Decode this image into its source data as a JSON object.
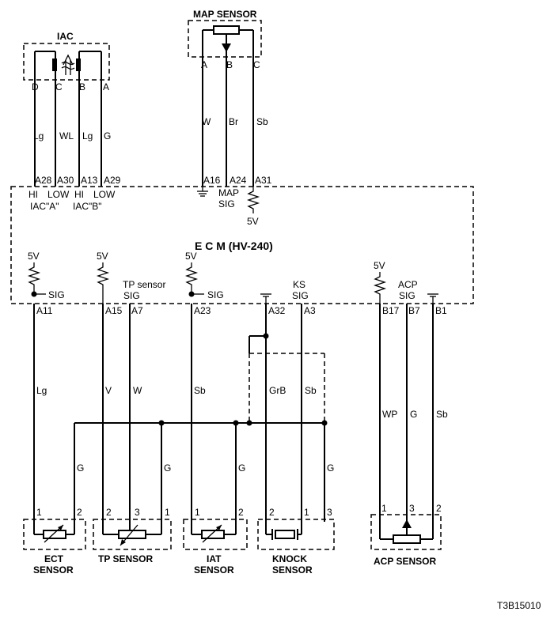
{
  "components": {
    "iac": {
      "title": "IAC",
      "pins": [
        "D",
        "C",
        "B",
        "A"
      ]
    },
    "map": {
      "title": "MAP SENSOR",
      "pins": [
        "A",
        "B",
        "C"
      ]
    },
    "ecm": {
      "title": "E   C   M (HV-240)"
    },
    "ect": {
      "title_line1": "ECT",
      "title_line2": "SENSOR",
      "pins": [
        "1",
        "2"
      ]
    },
    "tp": {
      "title": "TP SENSOR",
      "pins": [
        "2",
        "3",
        "1"
      ]
    },
    "iat": {
      "title_line1": "IAT",
      "title_line2": "SENSOR",
      "pins": [
        "1",
        "2"
      ]
    },
    "knock": {
      "title_line1": "KNOCK",
      "title_line2": "SENSOR",
      "pins": [
        "2",
        "1",
        "3"
      ]
    },
    "acp": {
      "title": "ACP SENSOR",
      "pins": [
        "1",
        "3",
        "2"
      ]
    }
  },
  "wire_colors": {
    "iac": [
      "Lg",
      "WL",
      "Lg",
      "G"
    ],
    "map": [
      "W",
      "Br",
      "Sb"
    ],
    "bottom": [
      "Lg",
      "V",
      "W",
      "Sb",
      "GrB",
      "Sb",
      "WP",
      "G",
      "Sb"
    ],
    "ground_legs": [
      "G",
      "G",
      "G",
      "G"
    ]
  },
  "ecm_pins": {
    "top": [
      "A28",
      "A30",
      "A13",
      "A29",
      "A16",
      "A24",
      "A31"
    ],
    "bottom": [
      "A11",
      "A15",
      "A7",
      "A23",
      "A32",
      "A3",
      "B17",
      "B7",
      "B1"
    ]
  },
  "ecm_labels": {
    "iac_hi1": "HI",
    "iac_low1": "LOW",
    "iac_hi2": "HI",
    "iac_low2": "LOW",
    "iac_a": "IAC\"A\"",
    "iac_b": "IAC\"B\"",
    "map_sig1": "MAP",
    "map_sig2": "SIG",
    "v5_map": "5V",
    "v5_ect": "5V",
    "v5_tp": "5V",
    "v5_iat": "5V",
    "v5_acp": "5V",
    "sig_ect": "SIG",
    "tp_sensor": "TP sensor",
    "sig_tp": "SIG",
    "sig_iat": "SIG",
    "ks": "KS",
    "sig_ks": "SIG",
    "acp": "ACP",
    "sig_acp": "SIG"
  },
  "figure_id": "T3B15010"
}
